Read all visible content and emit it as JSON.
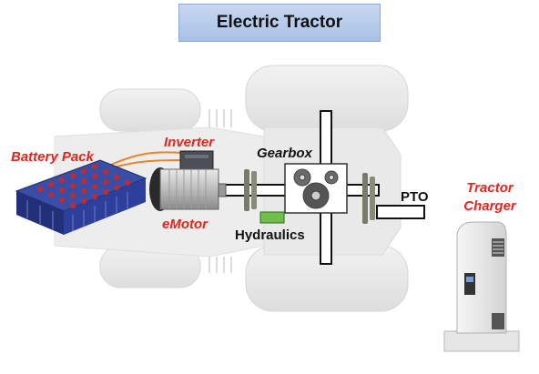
{
  "title": "Electric Tractor",
  "labels": {
    "battery_pack": "Battery Pack",
    "inverter": "Inverter",
    "emotor": "eMotor",
    "gearbox": "Gearbox",
    "hydraulics": "Hydraulics",
    "pto": "PTO",
    "tractor_charger_line1": "Tractor",
    "tractor_charger_line2": "Charger"
  },
  "colors": {
    "label_red": "#e0261e",
    "title_bg": "#b7cbec",
    "hydraulics_green": "#6fbf4a",
    "battery_blue": "#2d3f9a",
    "tractor_gray": "#e3e3e3"
  }
}
